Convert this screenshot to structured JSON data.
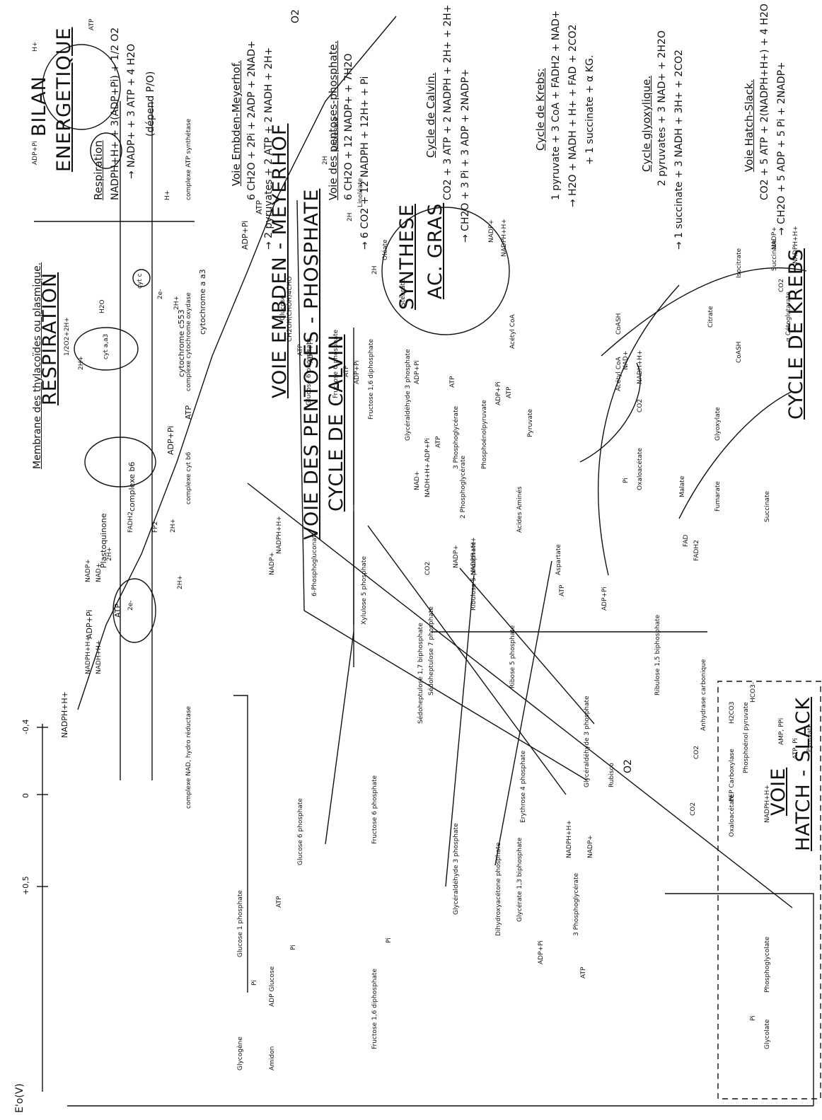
{
  "titles": {
    "respiration": "RESPIRATION",
    "membrane": "Membrane des thylacoïdes ou plasmique.",
    "bilan": "BILAN",
    "energetique": "ENERGETIQUE",
    "embden": "VOIE EMBDEN - MEYERHOF",
    "pentoses": "VOIE DES PENTOSES - PHOSPHATE",
    "calvin": "CYCLE DE CALVIN",
    "synthese": "SYNTHESE",
    "ac_gras": "AC. GRAS",
    "krebs": "CYCLE DE KREBS",
    "hatch_voie": "VOIE",
    "hatch_slack": "HATCH - SLACK"
  },
  "axis": {
    "label": "E'o(V)",
    "ticks": [
      "-0,4",
      "0",
      "+0,5"
    ]
  },
  "respiration_chain": [
    "NADPH+H+",
    "ADP+Pi",
    "ATP",
    "Plastoquinone",
    "complexe b6",
    "ADP+Pi",
    "ATP",
    "cytochrome c553",
    "cytochrome a a3",
    "ADP+Pi",
    "ATP",
    "O2"
  ],
  "membrane": {
    "complexes": [
      "complexe NAD, hydro réductase",
      "complexe cyt b6",
      "complexe cytochrome oxydase",
      "complexe ATP synthétase"
    ],
    "labels": [
      "NADPH+H+",
      "NADH+H+",
      "NADP+",
      "NAD+",
      "2H+",
      "2e-",
      "FADH2",
      "FP2",
      "2H+",
      "2H+",
      "cyt c",
      "1/2O2+2H+",
      "H2O",
      "2H+",
      "cyt a,a3",
      "2e-",
      "ADP+Pi",
      "ATP",
      "H+",
      "H+",
      "2H+"
    ]
  },
  "bilan": {
    "respiration_head": "Respiration",
    "respiration_eq1": "NADPH+H+ + 3(ADP+Pi) + 1/2 O2",
    "respiration_eq2": "→ NADP+ + 3 ATP + 4 H2O",
    "respiration_note": "(dépend P/O)",
    "embden_head": "Voie Embden-Meyerhof.",
    "embden_eq1": "6 CH2O + 2Pi + 2ADP + 2NAD+",
    "embden_eq2": "→ 2 pyruvates + 2 ATP + 2 NADH + 2H+",
    "pentoses_head": "Voie des pentoses-phosphate.",
    "pentoses_eq1": "6 CH2O + 12 NADP+ + 7H2O",
    "pentoses_eq2": "→ 6 CO2 + 12 NADPH + 12H+ + Pi",
    "calvin_head": "Cycle de Calvin.",
    "calvin_eq1": "CO2 + 3 ATP + 2 NADPH + 2H+ + 2H+",
    "calvin_eq2": "→ CH2O + 3 Pi + 3 ADP + 2NADP+",
    "krebs_head": "Cycle de Krebs:",
    "krebs_eq1": "1 pyruvate + 3 CoA + FADH2 + NAD+",
    "krebs_eq2": "→ H2O + NADH + H+ + FAD + 2CO2",
    "krebs_eq3": "+ 1 succinate + α KG.",
    "glyox_head": "Cycle glyoxylique.",
    "glyox_eq1": "2 pyruvates + 3 NAD+ + 2H2O",
    "glyox_eq2": "→ 1 succinate + 3 NADH + 3H+ + 2CO2",
    "hatch_head": "Voie Hatch-Slack.",
    "hatch_eq1": "CO2 + 5 ATP + 2(NADPH+H+) + 4 H2O",
    "hatch_eq2": "→ CH2O + 5 ADP + 5 Pi + 2NADP+"
  },
  "embden_nodes": [
    "Glucose",
    "CH2OH(CHOH)4CHO",
    "ATP",
    "ADP+Pi",
    "Glucose 6 phosphate",
    "Fructose 6 phosphate",
    "ATP",
    "ADP+Pi",
    "Fructose 1,6 diphosphate",
    "Glycéraldéhyde 3 phosphate",
    "NAD+",
    "NADH+H+",
    "ADP+Pi",
    "ATP",
    "3 Phosphoglycérate",
    "2 Phosphoglycérate",
    "Phosphoénolpyruvate",
    "ADP+Pi",
    "ATP",
    "Pyruvate",
    "Acides Aminés",
    "Aspartate"
  ],
  "fatty_nodes": [
    "Linolénate",
    "Linoléate",
    "Oléate",
    "Stéarate",
    "2H",
    "2H",
    "2H",
    "ADP+Pi",
    "ATP",
    "NADP+",
    "NADPH+H+",
    "Acétyl CoA"
  ],
  "krebs_nodes": [
    "Citrate",
    "Isocitrate",
    "Succinate",
    "α Cétoglutarate",
    "Glyoxylate",
    "Malate",
    "Fumarate",
    "Oxaloacétate",
    "Acétyl CoA",
    "CO2",
    "NADP+",
    "NADPH+H+",
    "Succinate",
    "FAD",
    "FADH2",
    "NAD+",
    "NADH+H+",
    "CoASH",
    "CoASH",
    "CO2",
    "Pi"
  ],
  "pentose_nodes": [
    "6-Phosphogluconate",
    "NADP+",
    "NADPH+H+",
    "CO2",
    "NADP+",
    "NADPH+H+",
    "Ribulose 5 phosphate",
    "Xylulose 5 phosphate",
    "Ribose 5 phosphate",
    "Sédoheptulose 7 phosphate",
    "Sédoheptulose 1,7 biphosphate",
    "Erythrose 4 phosphate",
    "Fructose 6 phosphate",
    "Glycéraldéhyde 3 phosphate",
    "Dihydroxyacétone phosphate",
    "Fructose 1,6 diphosphate",
    "Glucose 1 phosphate",
    "Glucose 6 phosphate",
    "ADP Glucose",
    "Glycogène",
    "Amidon",
    "Pi",
    "Pi",
    "Pi",
    "ATP",
    "ATP",
    "ADP+Pi"
  ],
  "calvin_nodes": [
    "Ribulose 1,5 biphosphate",
    "Rubisco",
    "O2",
    "CO2",
    "3 Phosphoglycérate",
    "Glycérate 1,3 biphosphate",
    "Glycéraldéhyde 3 phosphate",
    "NADPH+H+",
    "NADP+",
    "ATP",
    "ADP+Pi",
    "Phosphoglycolate",
    "Glycolate",
    "Pi"
  ],
  "hatch_nodes": [
    "Anhydrase carbonique",
    "HCO3-",
    "H2CO3",
    "CO2",
    "Phosphoénol pyruvate",
    "PEP Carboxylase",
    "Oxaloacétate",
    "NADPH+H+",
    "AMP, PPi",
    "ATP, Pi",
    "Pyruvate"
  ]
}
